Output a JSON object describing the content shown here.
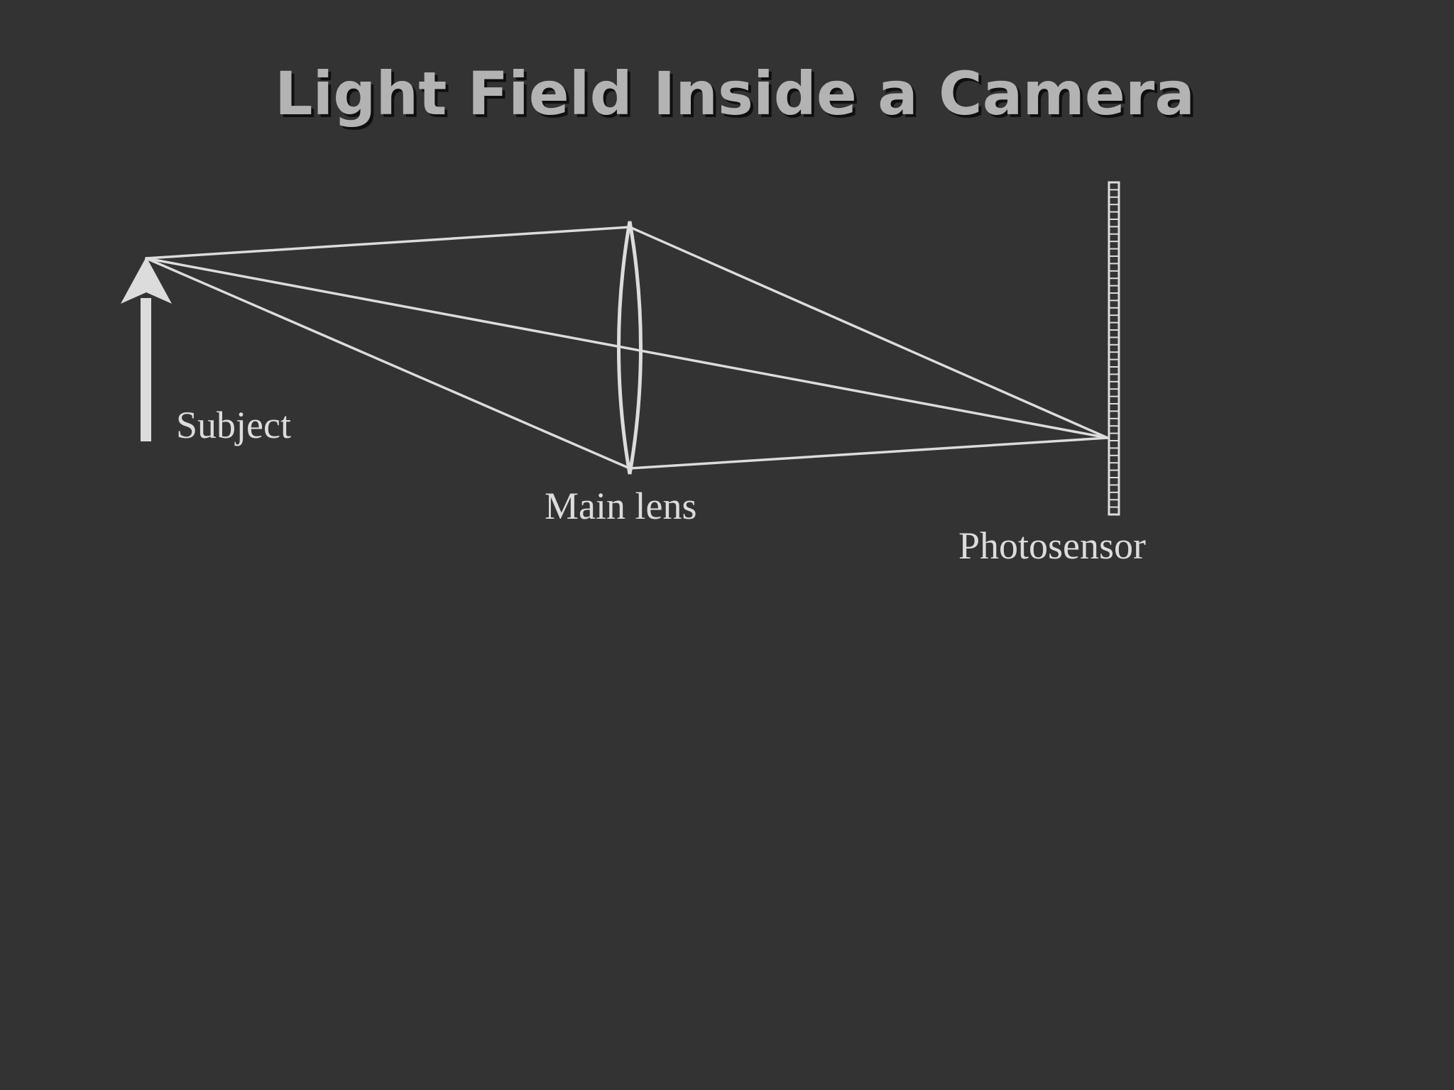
{
  "slide": {
    "title": "Light Field Inside a Camera"
  },
  "diagram": {
    "labels": {
      "subject": "Subject",
      "main_lens": "Main lens",
      "photosensor": "Photosensor"
    },
    "colors": {
      "background": "#333333",
      "lines": "#dcdcdc",
      "title": "#b3b3b3"
    }
  }
}
